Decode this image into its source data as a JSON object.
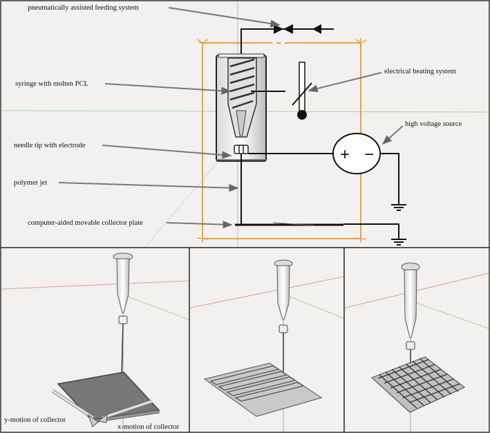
{
  "top_panel": {
    "labels": {
      "feeding": "pneumatically assisted feeding system",
      "syringe": "syringe with molten PCL",
      "needle": "needle tip with electrode",
      "jet": "polymer jet",
      "collector": "computer-aided movable collector plate",
      "heating": "electrical heating system",
      "hv": "high voltage source"
    },
    "hv_symbols": {
      "plus": "+",
      "minus": "−"
    }
  },
  "bottom_panels": {
    "left": {
      "pattern": "solid plate",
      "y_motion_label": "y-motion of collector",
      "x_motion_label": "x-motion of collector"
    },
    "middle": {
      "pattern": "parallel lines"
    },
    "right": {
      "pattern": "grid"
    }
  },
  "colors": {
    "background": "#f2f1ef",
    "frame_orange": "#f0a040",
    "axis_red": "#d9a0a0",
    "axis_green": "#a5d5a5",
    "axis_blue": "#a0a0e0"
  }
}
